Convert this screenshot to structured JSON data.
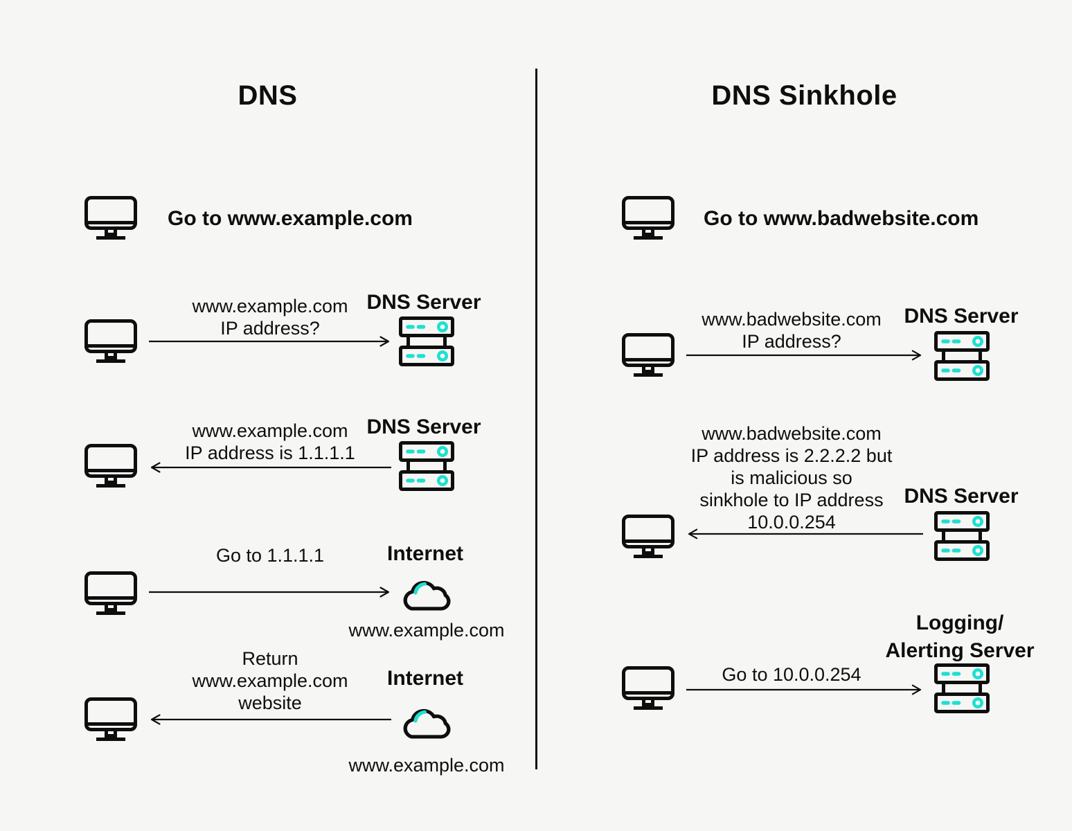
{
  "colors": {
    "background": "#f6f6f4",
    "ink": "#0e0e0e",
    "accent": "#1de0d2"
  },
  "left": {
    "title": "DNS",
    "row1": {
      "label": "Go to www.example.com"
    },
    "row2": {
      "lines": [
        "www.example.com",
        "IP address?"
      ],
      "server_label": "DNS Server"
    },
    "row3": {
      "lines": [
        "www.example.com",
        "IP address is 1.1.1.1"
      ],
      "server_label": "DNS Server"
    },
    "row4": {
      "lines": [
        "Go to 1.1.1.1"
      ],
      "node_label": "Internet",
      "caption": "www.example.com"
    },
    "row5": {
      "lines": [
        "Return",
        "www.example.com",
        "website"
      ],
      "node_label": "Internet",
      "caption": "www.example.com"
    }
  },
  "right": {
    "title": "DNS Sinkhole",
    "row1": {
      "label": "Go to www.badwebsite.com"
    },
    "row2": {
      "lines": [
        "www.badwebsite.com",
        "IP address?"
      ],
      "server_label": "DNS Server"
    },
    "row3": {
      "lines": [
        "www.badwebsite.com",
        "IP address is 2.2.2.2 but",
        "is malicious so",
        "sinkhole to IP address",
        "10.0.0.254"
      ],
      "server_label": "DNS Server"
    },
    "row4": {
      "lines": [
        "Go to 10.0.0.254"
      ],
      "server_label_lines": [
        "Logging/",
        "Alerting Server"
      ]
    }
  }
}
